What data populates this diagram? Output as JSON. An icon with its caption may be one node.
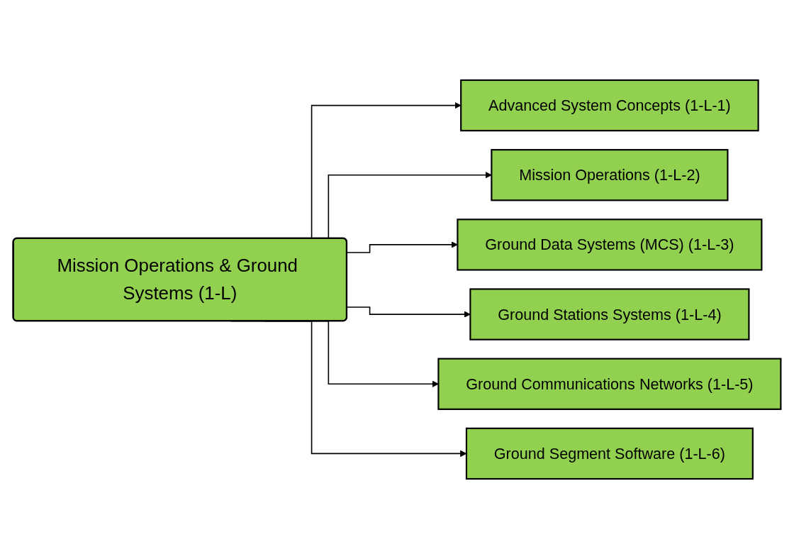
{
  "diagram": {
    "nodes": [
      {
        "text": [
          "Mission Operations & Ground Systems (1-L)"
        ]
      },
      {
        "text": [
          "Advanced System Concepts (1-L-1)"
        ]
      },
      {
        "text": [
          "Mission Operations (1-L-2)"
        ]
      },
      {
        "text": [
          "Ground Data Systems (MCS) (1-L-3)"
        ]
      },
      {
        "text": [
          "Ground Stations Systems (1-L-4)"
        ]
      },
      {
        "text": [
          "Ground Communications Networks (1-L-5)"
        ]
      },
      {
        "text": [
          "Ground Segment Software (1-L-6)"
        ]
      }
    ],
    "edges": [
      {
        "from": 0,
        "to": 1,
        "arrow": "to"
      },
      {
        "from": 0,
        "to": 2,
        "arrow": "to"
      },
      {
        "from": 0,
        "to": 3,
        "arrow": "to"
      },
      {
        "from": 0,
        "to": 4,
        "arrow": "to"
      },
      {
        "from": 0,
        "to": 5,
        "arrow": "to"
      },
      {
        "from": 0,
        "to": 6,
        "arrow": "to"
      }
    ]
  }
}
